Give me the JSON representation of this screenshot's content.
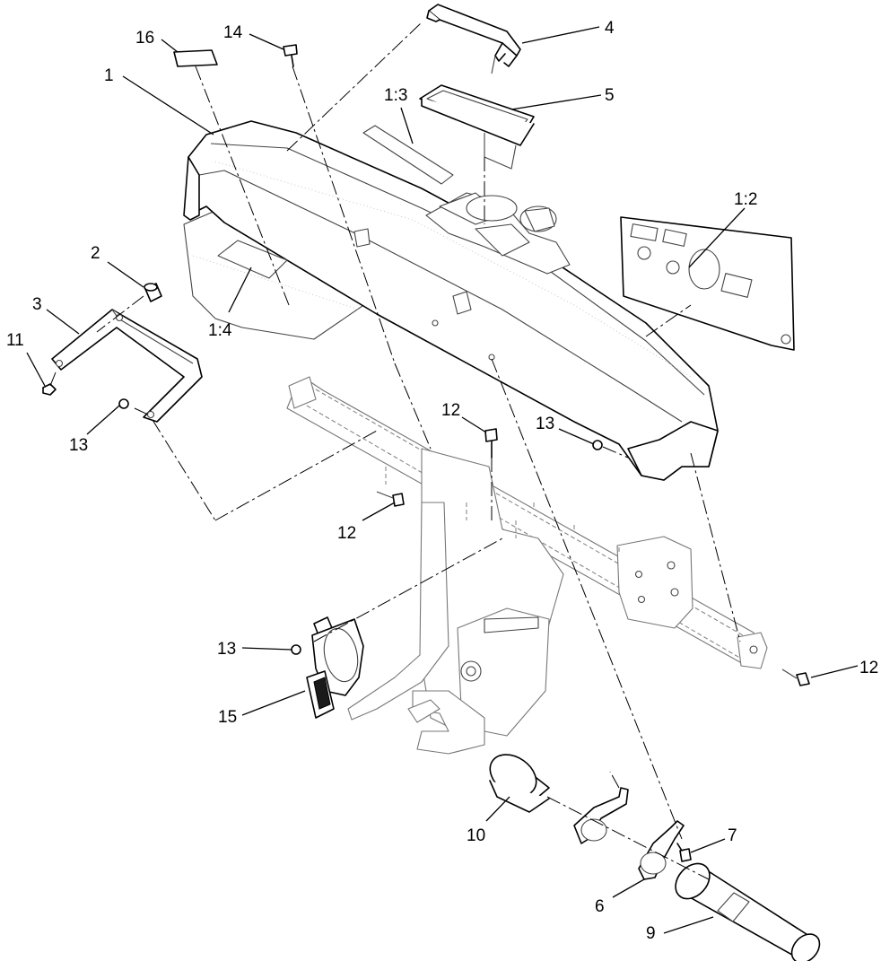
{
  "callouts": {
    "c1": "1",
    "c1_2": "1:2",
    "c1_3": "1:3",
    "c1_4": "1:4",
    "c2": "2",
    "c3": "3",
    "c4": "4",
    "c5": "5",
    "c6": "6",
    "c7": "7",
    "c9": "9",
    "c10": "10",
    "c11": "11",
    "c12a": "12",
    "c12b": "12",
    "c12c": "12",
    "c13a": "13",
    "c13b": "13",
    "c13c": "13",
    "c14": "14",
    "c15": "15",
    "c16": "16"
  }
}
